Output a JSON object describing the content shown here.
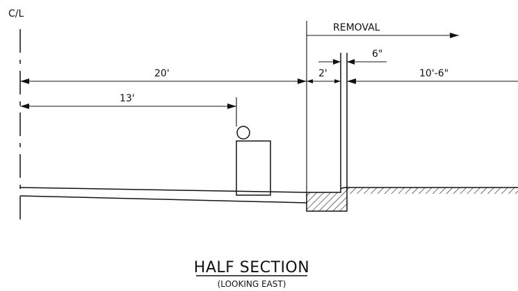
{
  "labels": {
    "centerline": "C/L",
    "removal": "REMOVAL",
    "dim_20": "20'",
    "dim_13": "13'",
    "dim_2": "2'",
    "dim_6in": "6\"",
    "dim_10_6": "10'-6\""
  },
  "title": {
    "main": "HALF SECTION",
    "sub": "(LOOKING EAST)"
  },
  "colors": {
    "ink": "#111111",
    "background": "#ffffff"
  }
}
